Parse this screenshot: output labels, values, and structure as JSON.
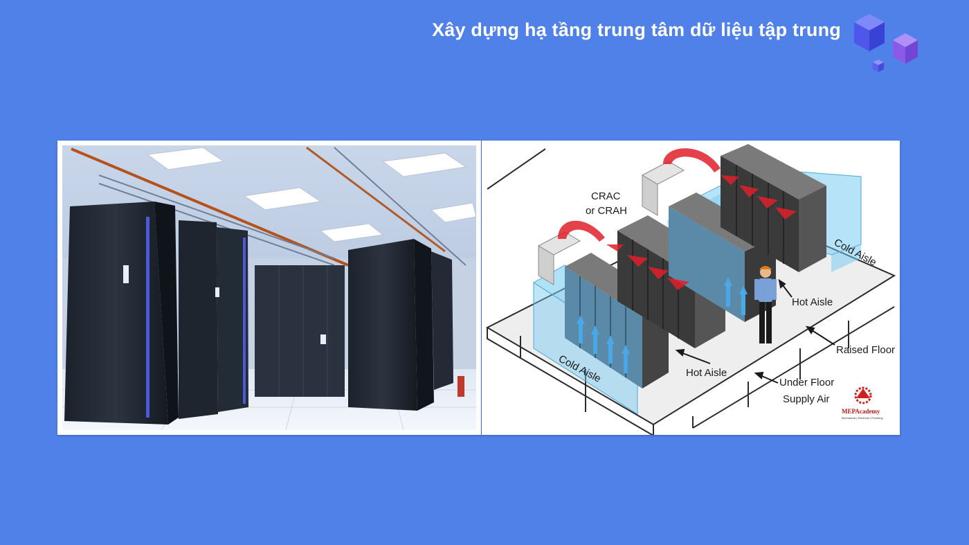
{
  "slide": {
    "title": "Xây dựng hạ tầng trung tâm dữ liệu tập trung"
  },
  "diagram": {
    "labels": {
      "crac": "CRAC",
      "crah": "or CRAH",
      "cold_aisle_right": "Cold Aisle",
      "cold_aisle_left": "Cold Aisle",
      "hot_aisle_top": "Hot Aisle",
      "hot_aisle_bottom": "Hot Aisle",
      "raised_floor": "Raised Floor",
      "under_floor_1": "Under Floor",
      "under_floor_2": "Supply Air"
    },
    "logo": {
      "name": "MEPAcademy",
      "tagline": "Mechanical | Electrical | Plumbing"
    }
  },
  "colors": {
    "background": "#5081e8",
    "title_text": "#ffffff",
    "cold_aisle": "#6ec8f0",
    "hot_air": "#e0202a",
    "rack": "#3c3c3c",
    "cube_blue": "#5a62f0",
    "cube_purple": "#8a55e8"
  }
}
